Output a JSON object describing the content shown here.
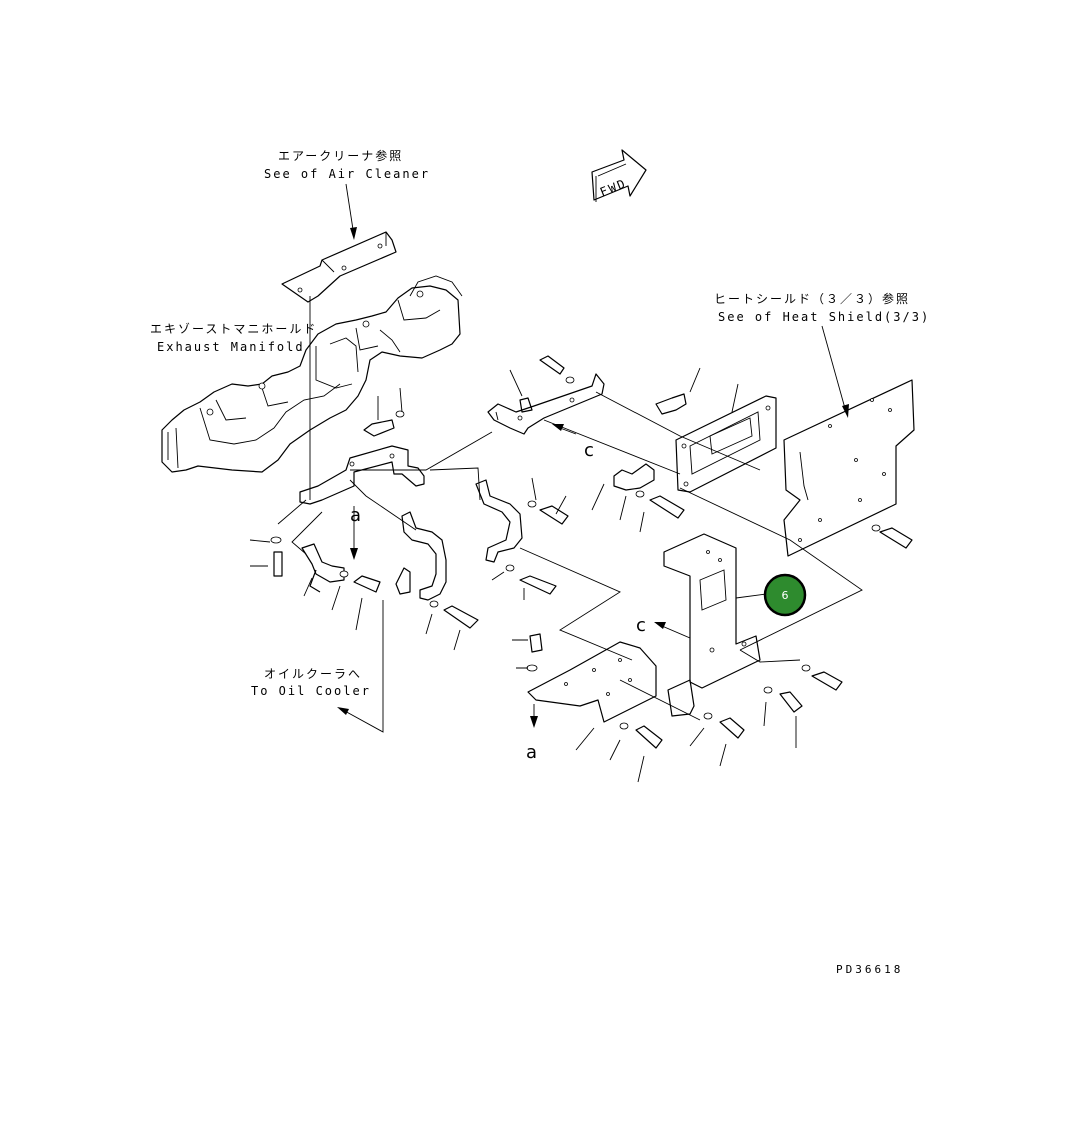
{
  "labels": {
    "air_cleaner_jp": "エアークリーナ参照",
    "air_cleaner_en": "See of Air Cleaner",
    "heat_shield_jp": "ヒートシールド（３／３）参照",
    "heat_shield_en": "See of Heat Shield(3/3)",
    "exhaust_manifold_jp": "エキゾーストマニホールド",
    "exhaust_manifold_en": "Exhaust Manifold",
    "oil_cooler_jp": "オイルクーラへ",
    "oil_cooler_en": "To Oil Cooler",
    "fwd": "FWD",
    "ref_a": "a",
    "ref_c": "c"
  },
  "callout": {
    "number": "6",
    "color": "#2e8b2e"
  },
  "drawing_code": "PD36618"
}
